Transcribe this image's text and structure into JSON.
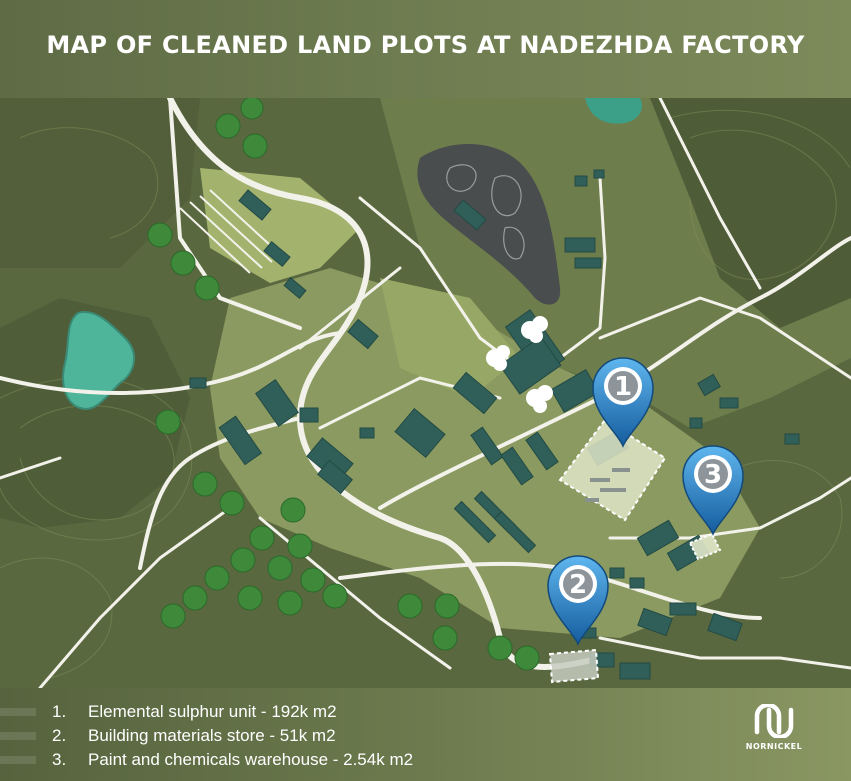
{
  "title": "MAP OF CLEANED LAND PLOTS AT NADEZHDA FACTORY",
  "legend": [
    {
      "num": "1.",
      "text": "Elemental sulphur unit - 192k m2"
    },
    {
      "num": "2.",
      "text": "Building materials store - 51k m2"
    },
    {
      "num": "3.",
      "text": "Paint and chemicals warehouse - 2.54k m2"
    }
  ],
  "markers": [
    {
      "label": "1"
    },
    {
      "label": "2"
    },
    {
      "label": "3"
    }
  ],
  "logo": {
    "text": "NORNICKEL",
    "name": "nornickel-logo-icon"
  },
  "colors": {
    "header": "#6d7b50",
    "terrain_dark": "#556441",
    "terrain_light": "#8e9e63",
    "road": "#f2f2ea",
    "building": "#2f5f58",
    "tree": "#3f8a3a",
    "marker": "#1f6fb5",
    "plot_fill": "#dfe5c8",
    "lake": "#4fb59a",
    "slag_heap": "#4a4d4e"
  }
}
